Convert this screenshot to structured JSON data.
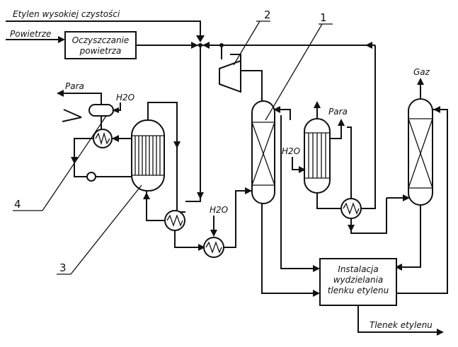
{
  "labels": {
    "ethylene_feed": "Etylen wysokiej czystości",
    "air_feed": "Powietrze",
    "air_purification_line1": "Oczyszczanie",
    "air_purification_line2": "powietrza",
    "steam_left": "Para",
    "water_left": "H2O",
    "water_mid": "H2O",
    "water_right": "H2O",
    "steam_right": "Para",
    "gas": "Gaz",
    "separation_line1": "Instalacja",
    "separation_line2": "wydzielania",
    "separation_line3": "tlenku etylenu",
    "product": "Tlenek etylenu"
  },
  "callouts": {
    "n1": "1",
    "n2": "2",
    "n3": "3",
    "n4": "4"
  },
  "colors": {
    "ink": "#111111",
    "background": "#ffffff"
  }
}
